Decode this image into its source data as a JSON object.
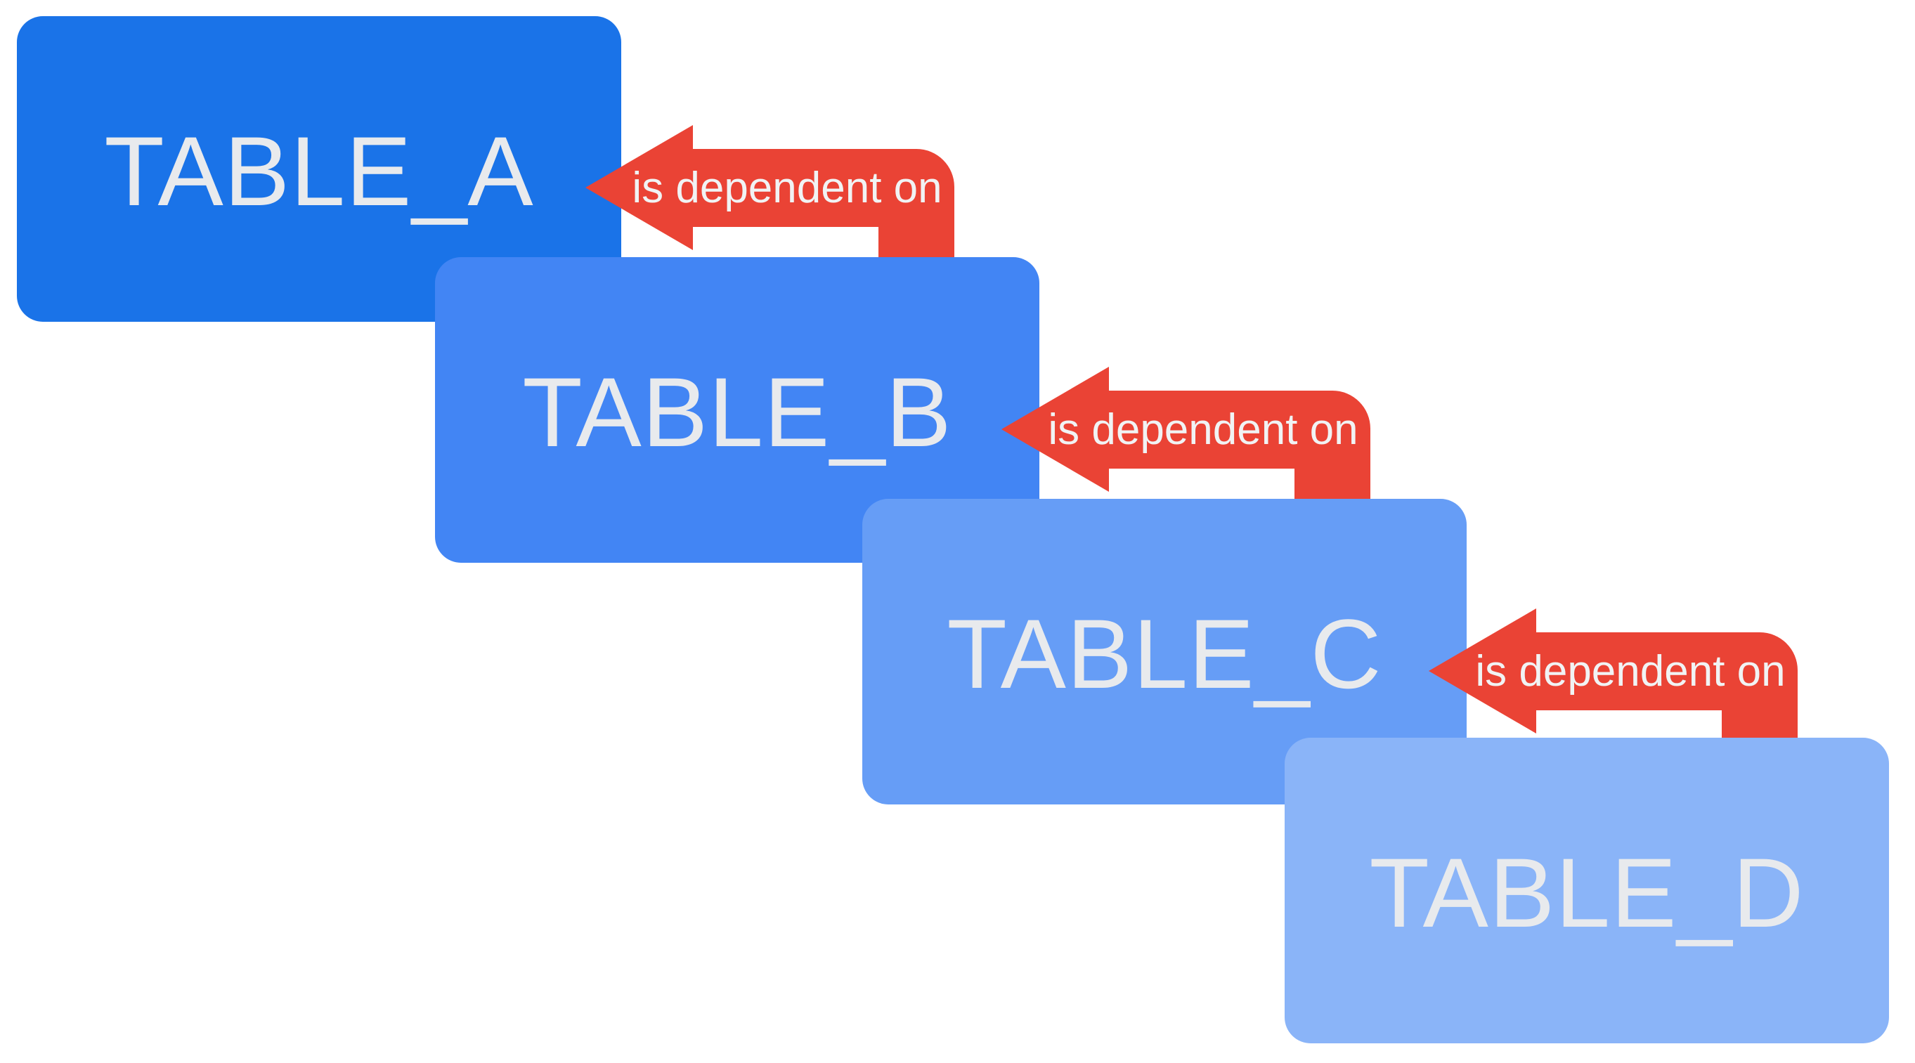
{
  "diagram": {
    "background": "#ffffff",
    "arrow_color": "#ea4335",
    "table_label_color": "#e8eaed",
    "arrow_label_color": "#f1f3f4",
    "tables": [
      {
        "label": "TABLE_A",
        "color": "#1a73e8"
      },
      {
        "label": "TABLE_B",
        "color": "#4285f4"
      },
      {
        "label": "TABLE_C",
        "color": "#669df6"
      },
      {
        "label": "TABLE_D",
        "color": "#8ab4f8"
      }
    ],
    "arrows": [
      {
        "label": "is dependent on",
        "from": "TABLE_B",
        "to": "TABLE_A"
      },
      {
        "label": "is dependent on",
        "from": "TABLE_C",
        "to": "TABLE_B"
      },
      {
        "label": "is dependent on",
        "from": "TABLE_D",
        "to": "TABLE_C"
      }
    ]
  }
}
